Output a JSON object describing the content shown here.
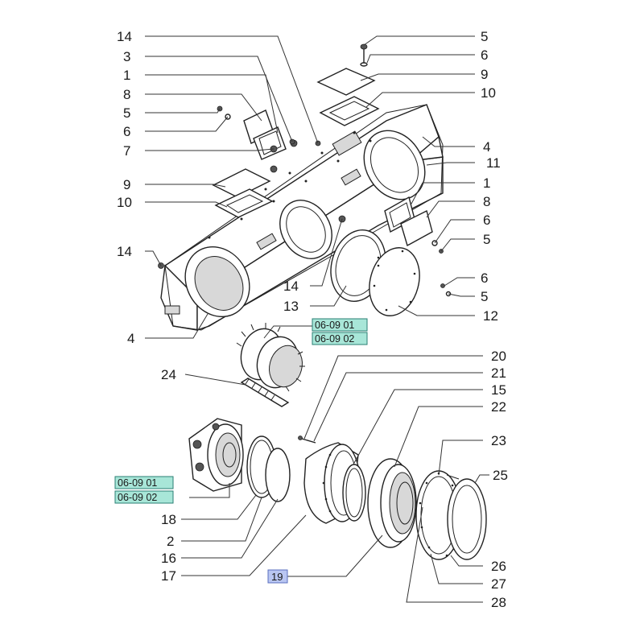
{
  "callouts": [
    {
      "id": "c14a",
      "label": "14"
    },
    {
      "id": "c3",
      "label": "3"
    },
    {
      "id": "c1a",
      "label": "1"
    },
    {
      "id": "c8a",
      "label": "8"
    },
    {
      "id": "c5a",
      "label": "5"
    },
    {
      "id": "c6a",
      "label": "6"
    },
    {
      "id": "c7",
      "label": "7"
    },
    {
      "id": "c9a",
      "label": "9"
    },
    {
      "id": "c10a",
      "label": "10"
    },
    {
      "id": "c14b",
      "label": "14"
    },
    {
      "id": "c4a",
      "label": "4"
    },
    {
      "id": "c5b",
      "label": "5"
    },
    {
      "id": "c6b",
      "label": "6"
    },
    {
      "id": "c9b",
      "label": "9"
    },
    {
      "id": "c10b",
      "label": "10"
    },
    {
      "id": "c4b",
      "label": "4"
    },
    {
      "id": "c11",
      "label": "11"
    },
    {
      "id": "c1b",
      "label": "1"
    },
    {
      "id": "c8b",
      "label": "8"
    },
    {
      "id": "c6c",
      "label": "6"
    },
    {
      "id": "c5c",
      "label": "5"
    },
    {
      "id": "c6d",
      "label": "6"
    },
    {
      "id": "c5d",
      "label": "5"
    },
    {
      "id": "c12",
      "label": "12"
    },
    {
      "id": "c14c",
      "label": "14"
    },
    {
      "id": "c13",
      "label": "13"
    },
    {
      "id": "c24",
      "label": "24"
    },
    {
      "id": "c20",
      "label": "20"
    },
    {
      "id": "c21",
      "label": "21"
    },
    {
      "id": "c15",
      "label": "15"
    },
    {
      "id": "c22",
      "label": "22"
    },
    {
      "id": "c23",
      "label": "23"
    },
    {
      "id": "c25",
      "label": "25"
    },
    {
      "id": "c18",
      "label": "18"
    },
    {
      "id": "c2",
      "label": "2"
    },
    {
      "id": "c16",
      "label": "16"
    },
    {
      "id": "c17",
      "label": "17"
    },
    {
      "id": "c26",
      "label": "26"
    },
    {
      "id": "c27",
      "label": "27"
    },
    {
      "id": "c28",
      "label": "28"
    }
  ],
  "references": [
    {
      "id": "r1",
      "label": "06-09 01"
    },
    {
      "id": "r2",
      "label": "06-09 02"
    },
    {
      "id": "r3",
      "label": "06-09 01"
    },
    {
      "id": "r4",
      "label": "06-09 02"
    }
  ],
  "assembly": {
    "label": "19"
  },
  "colors": {
    "reference_fill": "#a8e6d8",
    "assembly_fill": "#b9c6f2",
    "line": "#222222"
  }
}
